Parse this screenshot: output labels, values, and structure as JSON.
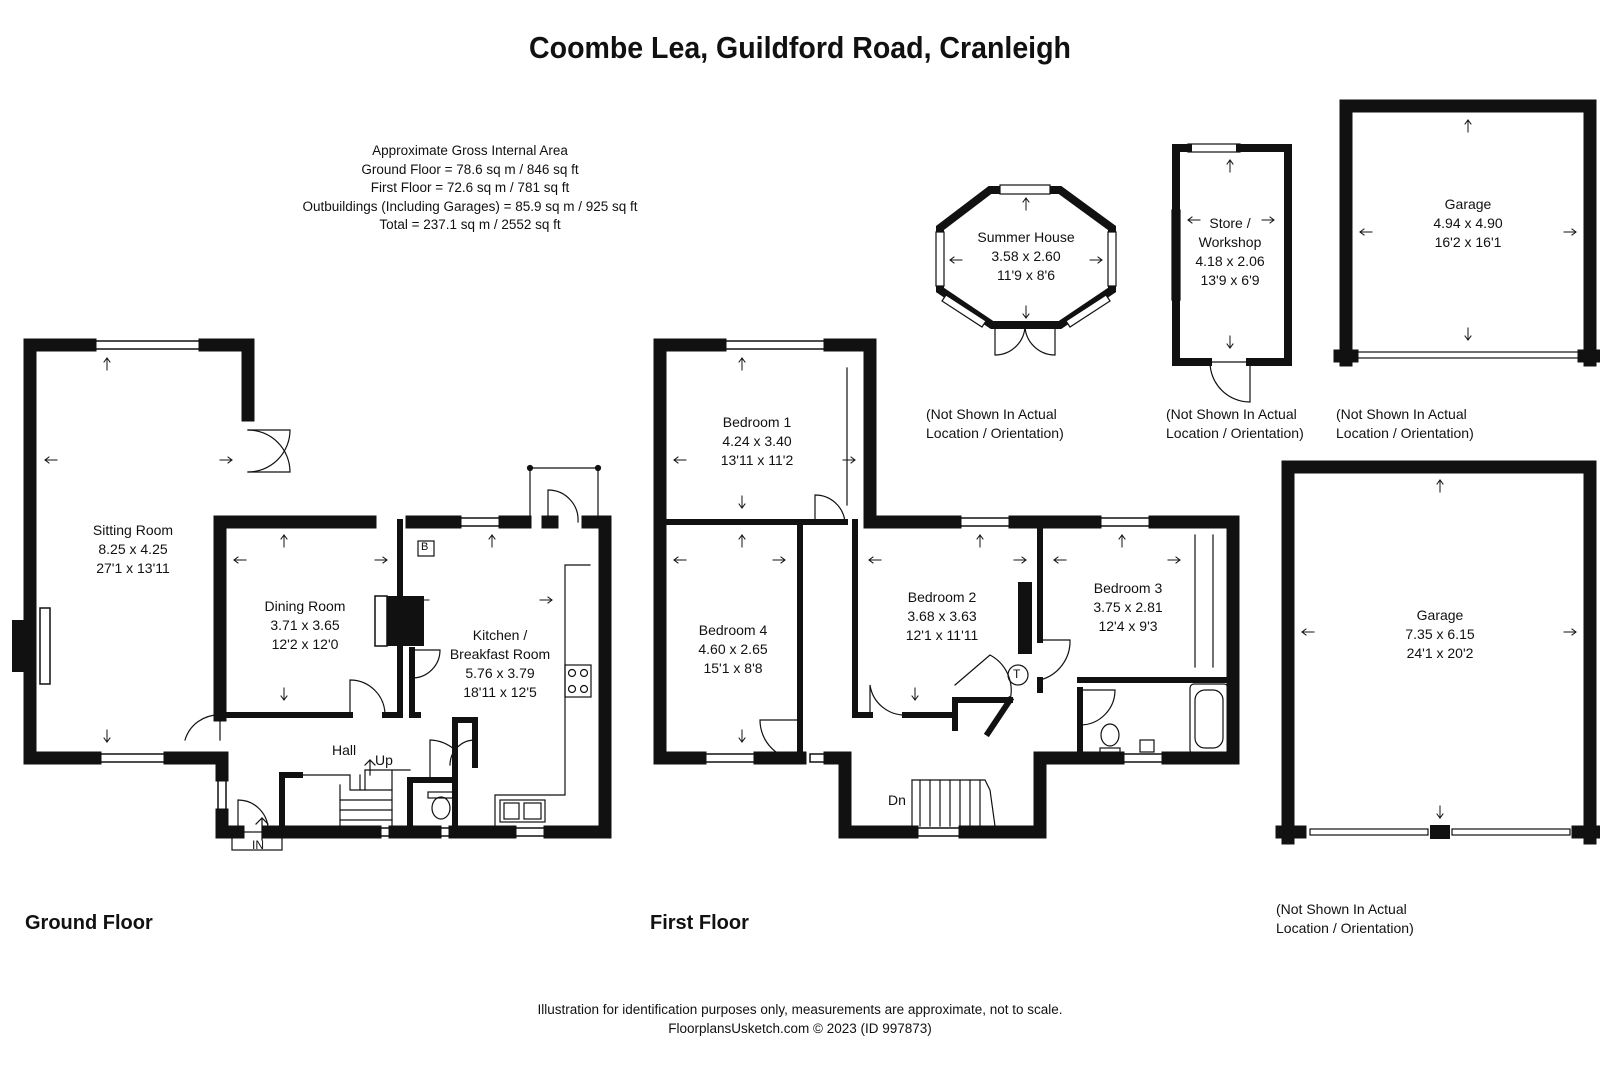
{
  "title": "Coombe Lea, Guildford Road, Cranleigh",
  "area": {
    "heading": "Approximate Gross Internal Area",
    "ground": "Ground Floor = 78.6 sq m / 846 sq ft",
    "first": "First Floor = 72.6 sq m / 781 sq ft",
    "outbuildings": "Outbuildings (Including Garages) = 85.9 sq m / 925 sq ft",
    "total": "Total = 237.1 sq m / 2552 sq ft"
  },
  "floors": {
    "ground": "Ground Floor",
    "first": "First Floor"
  },
  "rooms": {
    "sitting": {
      "name": "Sitting Room",
      "metric": "8.25 x 4.25",
      "imperial": "27'1 x 13'11"
    },
    "dining": {
      "name": "Dining Room",
      "metric": "3.71 x 3.65",
      "imperial": "12'2 x 12'0"
    },
    "kitchen": {
      "name1": "Kitchen /",
      "name2": "Breakfast Room",
      "metric": "5.76 x 3.79",
      "imperial": "18'11 x 12'5"
    },
    "bedroom1": {
      "name": "Bedroom 1",
      "metric": "4.24 x 3.40",
      "imperial": "13'11 x 11'2"
    },
    "bedroom2": {
      "name": "Bedroom 2",
      "metric": "3.68 x 3.63",
      "imperial": "12'1 x 11'11"
    },
    "bedroom3": {
      "name": "Bedroom 3",
      "metric": "3.75 x 2.81",
      "imperial": "12'4 x 9'3"
    },
    "bedroom4": {
      "name": "Bedroom 4",
      "metric": "4.60 x 2.65",
      "imperial": "15'1 x 8'8"
    },
    "summer": {
      "name": "Summer House",
      "metric": "3.58 x 2.60",
      "imperial": "11'9 x 8'6"
    },
    "store": {
      "name1": "Store /",
      "name2": "Workshop",
      "metric": "4.18 x 2.06",
      "imperial": "13'9 x 6'9"
    },
    "garage_small": {
      "name": "Garage",
      "metric": "4.94 x 4.90",
      "imperial": "16'2 x 16'1"
    },
    "garage_large": {
      "name": "Garage",
      "metric": "7.35 x 6.15",
      "imperial": "24'1 x 20'2"
    }
  },
  "labels": {
    "hall": "Hall",
    "up": "Up",
    "dn": "Dn",
    "in": "IN",
    "boiler": "B",
    "tank": "T"
  },
  "note": {
    "line1": "(Not Shown In Actual",
    "line2": "Location / Orientation)"
  },
  "footer": {
    "line1": "Illustration for identification purposes only, measurements are approximate, not to scale.",
    "line2": "FloorplansUsketch.com © 2023 (ID 997873)"
  }
}
